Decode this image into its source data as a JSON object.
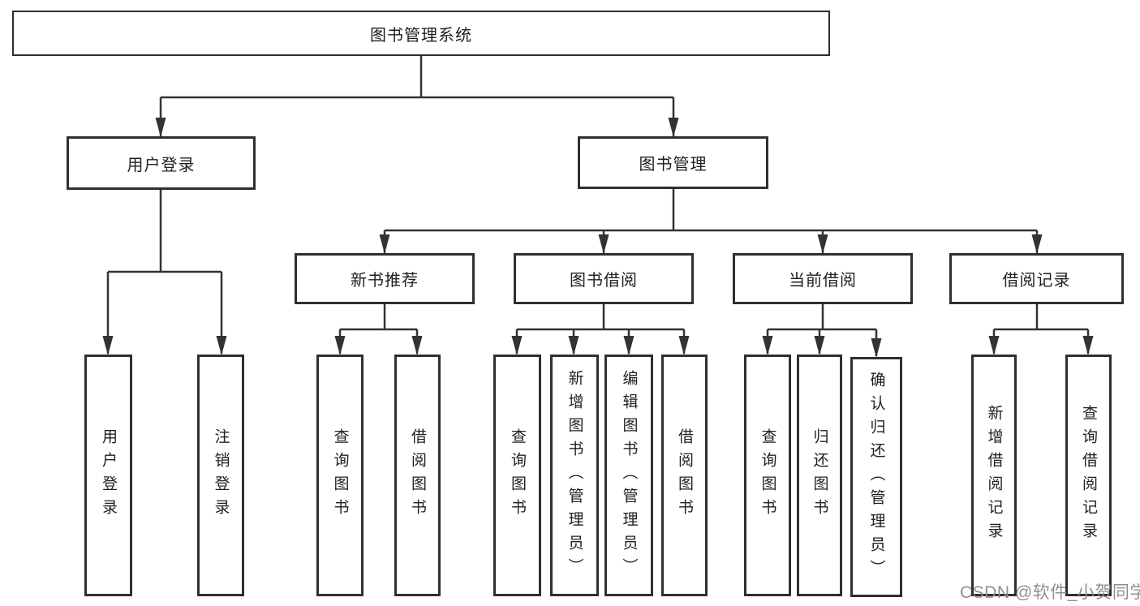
{
  "tree": {
    "label": "图书管理系统",
    "children": [
      {
        "label": "用户登录",
        "children": [
          {
            "label": "用户登录"
          },
          {
            "label": "注销登录"
          }
        ]
      },
      {
        "label": "图书管理",
        "children": [
          {
            "label": "新书推荐",
            "children": [
              {
                "label": "查询图书"
              },
              {
                "label": "借阅图书"
              }
            ]
          },
          {
            "label": "图书借阅",
            "children": [
              {
                "label": "查询图书"
              },
              {
                "label": "新增图书（管理员）"
              },
              {
                "label": "编辑图书（管理员）"
              },
              {
                "label": "借阅图书"
              }
            ]
          },
          {
            "label": "当前借阅",
            "children": [
              {
                "label": "查询图书"
              },
              {
                "label": "归还图书"
              },
              {
                "label": "确认归还（管理员）"
              }
            ]
          },
          {
            "label": "借阅记录",
            "children": [
              {
                "label": "新增借阅记录"
              },
              {
                "label": "查询借阅记录"
              }
            ]
          }
        ]
      }
    ]
  },
  "watermark": {
    "text": "CSDN @软件_小贺同学"
  },
  "colors": {
    "line": "#333333",
    "box_border": "#2f2f2f",
    "text": "#1f1f1f",
    "watermark": "#8f8f8f",
    "background": "#ffffff"
  }
}
